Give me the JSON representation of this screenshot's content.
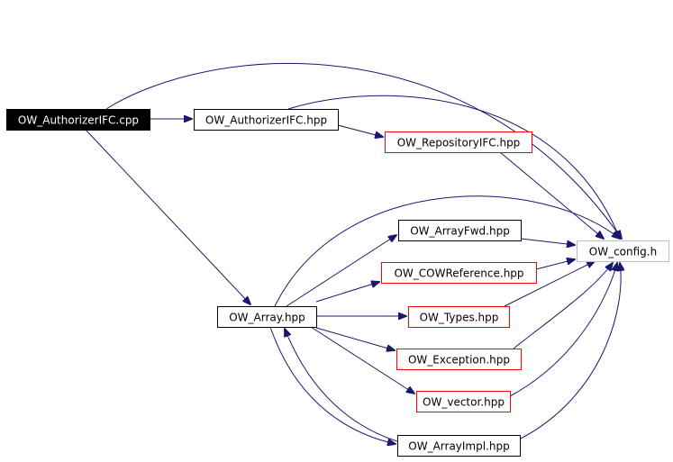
{
  "graph": {
    "colors": {
      "edge": "#191970",
      "focus_fill": "#000000",
      "focus_text": "#ffffff",
      "normal_border": "#000000",
      "missing_border": "#ff0000",
      "external_border": "#bfbfbf",
      "node_fill": "#ffffff",
      "text": "#000000"
    },
    "nodes": {
      "authorizerifc_cpp": {
        "label": "OW_AuthorizerIFC.cpp",
        "kind": "focus"
      },
      "authorizerifc_hpp": {
        "label": "OW_AuthorizerIFC.hpp",
        "kind": "normal"
      },
      "repositoryifc_hpp": {
        "label": "OW_RepositoryIFC.hpp",
        "kind": "missing"
      },
      "config_h": {
        "label": "OW_config.h",
        "kind": "external"
      },
      "array_hpp": {
        "label": "OW_Array.hpp",
        "kind": "normal"
      },
      "arrayfwd_hpp": {
        "label": "OW_ArrayFwd.hpp",
        "kind": "normal"
      },
      "cowreference_hpp": {
        "label": "OW_COWReference.hpp",
        "kind": "missing"
      },
      "types_hpp": {
        "label": "OW_Types.hpp",
        "kind": "missing"
      },
      "exception_hpp": {
        "label": "OW_Exception.hpp",
        "kind": "missing"
      },
      "vector_hpp": {
        "label": "OW_vector.hpp",
        "kind": "missing"
      },
      "arrayimpl_hpp": {
        "label": "OW_ArrayImpl.hpp",
        "kind": "normal"
      }
    },
    "edges": [
      {
        "from": "authorizerifc_cpp",
        "to": "authorizerifc_hpp"
      },
      {
        "from": "authorizerifc_cpp",
        "to": "config_h"
      },
      {
        "from": "authorizerifc_cpp",
        "to": "array_hpp"
      },
      {
        "from": "authorizerifc_hpp",
        "to": "repositoryifc_hpp"
      },
      {
        "from": "authorizerifc_hpp",
        "to": "config_h"
      },
      {
        "from": "repositoryifc_hpp",
        "to": "config_h"
      },
      {
        "from": "array_hpp",
        "to": "arrayfwd_hpp"
      },
      {
        "from": "array_hpp",
        "to": "cowreference_hpp"
      },
      {
        "from": "array_hpp",
        "to": "types_hpp"
      },
      {
        "from": "array_hpp",
        "to": "exception_hpp"
      },
      {
        "from": "array_hpp",
        "to": "vector_hpp"
      },
      {
        "from": "array_hpp",
        "to": "arrayimpl_hpp"
      },
      {
        "from": "array_hpp",
        "to": "config_h"
      },
      {
        "from": "arrayfwd_hpp",
        "to": "config_h"
      },
      {
        "from": "cowreference_hpp",
        "to": "config_h"
      },
      {
        "from": "types_hpp",
        "to": "config_h"
      },
      {
        "from": "exception_hpp",
        "to": "config_h"
      },
      {
        "from": "vector_hpp",
        "to": "config_h"
      },
      {
        "from": "arrayimpl_hpp",
        "to": "config_h"
      },
      {
        "from": "arrayimpl_hpp",
        "to": "array_hpp"
      }
    ]
  }
}
